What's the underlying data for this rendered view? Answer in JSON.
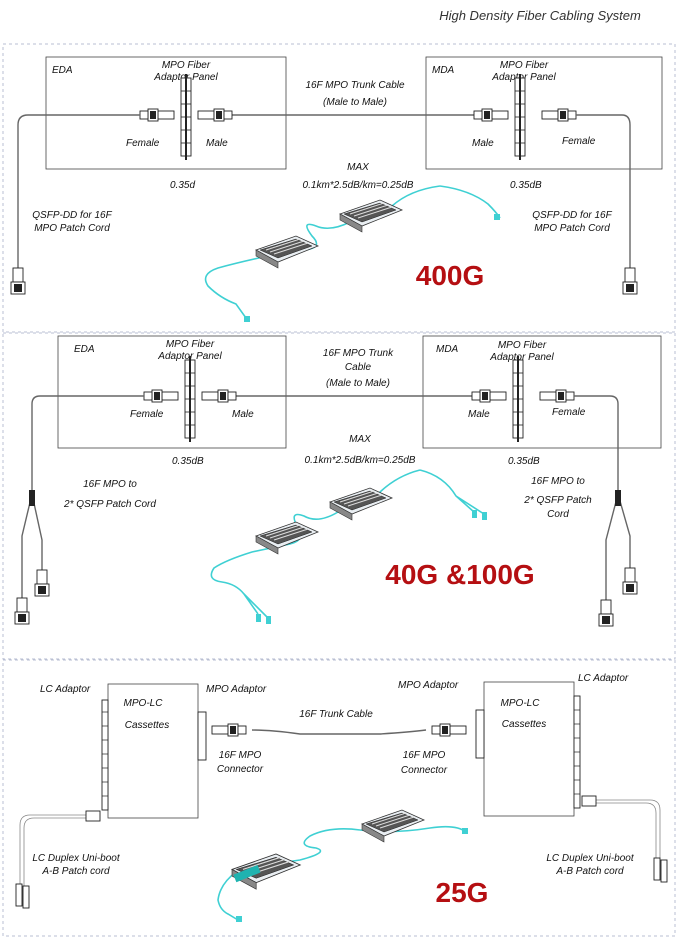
{
  "header": {
    "title": "High Density Fiber Cabling System"
  },
  "section_400g": {
    "eda": "EDA",
    "mda": "MDA",
    "panel_left_line1": "MPO Fiber",
    "panel_left_line2": "Adaptor Panel",
    "panel_right_line1": "MPO Fiber",
    "panel_right_line2": "Adaptor Panel",
    "trunk_line1": "16F MPO Trunk Cable",
    "trunk_line2": "(Male to Male)",
    "female_left": "Female",
    "male_left": "Male",
    "male_right": "Male",
    "female_right": "Female",
    "loss_left": "0.35d",
    "loss_right": "0.35dB",
    "max_label": "MAX",
    "max_formula": "0.1km*2.5dB/km=0.25dB",
    "cord_left_line1": "QSFP-DD for 16F",
    "cord_left_line2": "MPO Patch Cord",
    "cord_right_line1": "QSFP-DD for 16F",
    "cord_right_line2": "MPO Patch Cord",
    "speed": "400G"
  },
  "section_100g": {
    "eda": "EDA",
    "mda": "MDA",
    "panel_left_line1": "MPO Fiber",
    "panel_left_line2": "Adaptor Panel",
    "panel_right_line1": "MPO Fiber",
    "panel_right_line2": "Adaptor Panel",
    "trunk_line1": "16F MPO Trunk",
    "trunk_line2": "Cable",
    "trunk_line3": "(Male to Male)",
    "female_left": "Female",
    "male_left": "Male",
    "male_right": "Male",
    "female_right": "Female",
    "loss_left": "0.35dB",
    "loss_right": "0.35dB",
    "max_label": "MAX",
    "max_formula": "0.1km*2.5dB/km=0.25dB",
    "cord_left_line1": "16F MPO to",
    "cord_left_line2": "2* QSFP Patch Cord",
    "cord_right_line1": "16F MPO to",
    "cord_right_line2": "2* QSFP Patch",
    "cord_right_line3": "Cord",
    "speed": "40G &100G"
  },
  "section_25g": {
    "lc_adaptor_left": "LC Adaptor",
    "mpo_adaptor_left": "MPO Adaptor",
    "cassette_left_line1": "MPO-LC",
    "cassette_left_line2": "Cassettes",
    "trunk": "16F Trunk Cable",
    "mpo_adaptor_right": "MPO Adaptor",
    "lc_adaptor_right": "LC Adaptor",
    "cassette_right_line1": "MPO-LC",
    "cassette_right_line2": "Cassettes",
    "conn_left_line1": "16F MPO",
    "conn_left_line2": "Connector",
    "conn_right_line1": "16F MPO",
    "conn_right_line2": "Connector",
    "patch_left_line1": "LC Duplex Uni-boot",
    "patch_left_line2": "A-B Patch cord",
    "patch_right_line1": "LC Duplex Uni-boot",
    "patch_right_line2": "A-B Patch cord",
    "speed": "25G"
  }
}
